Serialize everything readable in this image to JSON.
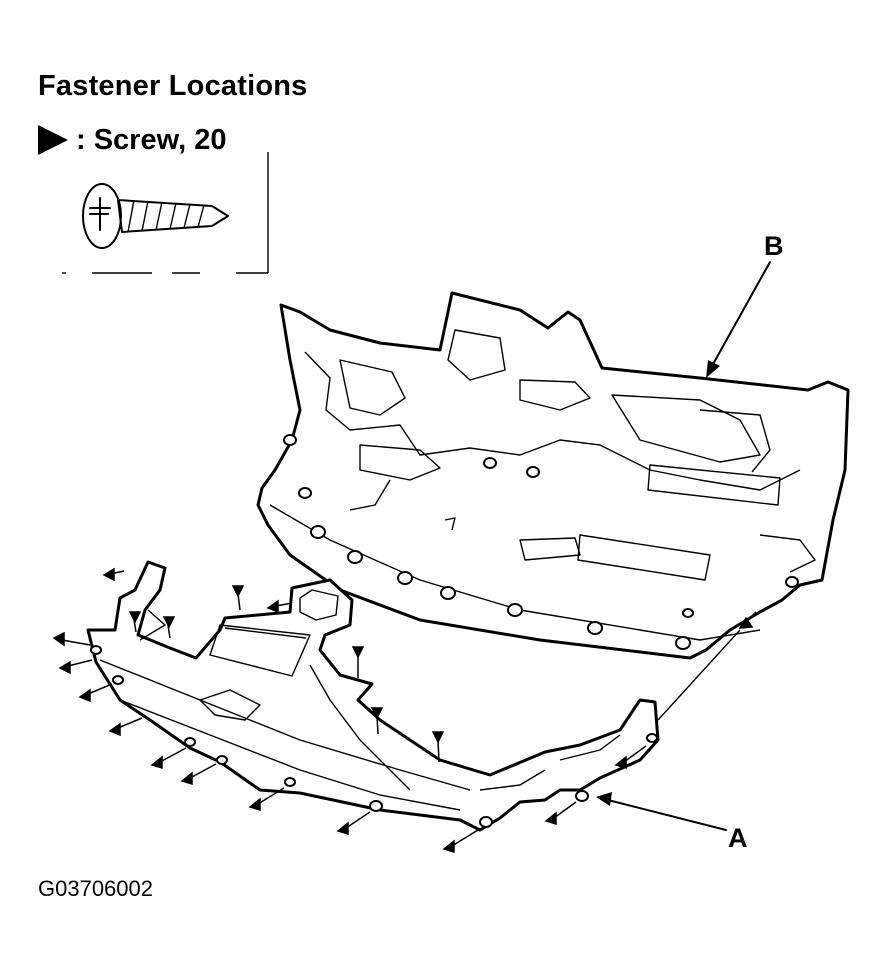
{
  "title": "Fastener Locations",
  "legend": {
    "symbol": "filled-triangle-marker",
    "text": ": Screw, 20"
  },
  "callouts": {
    "b": "B",
    "a": "A"
  },
  "figure_id": "G03706002",
  "colors": {
    "ink": "#000000",
    "paper": "#ffffff"
  }
}
